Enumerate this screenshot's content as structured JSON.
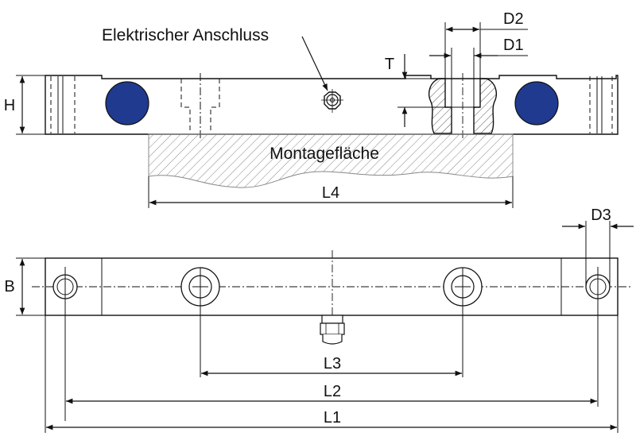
{
  "labels": {
    "connector": "Elektrischer Anschluss",
    "mounting_surface": "Montagefläche",
    "H": "H",
    "T": "T",
    "D1": "D1",
    "D2": "D2",
    "D3": "D3",
    "B": "B",
    "L1": "L1",
    "L2": "L2",
    "L3": "L3",
    "L4": "L4"
  },
  "colors": {
    "load_point_fill": "#1f3a8f",
    "hatch": "#888888",
    "line": "#111111"
  }
}
